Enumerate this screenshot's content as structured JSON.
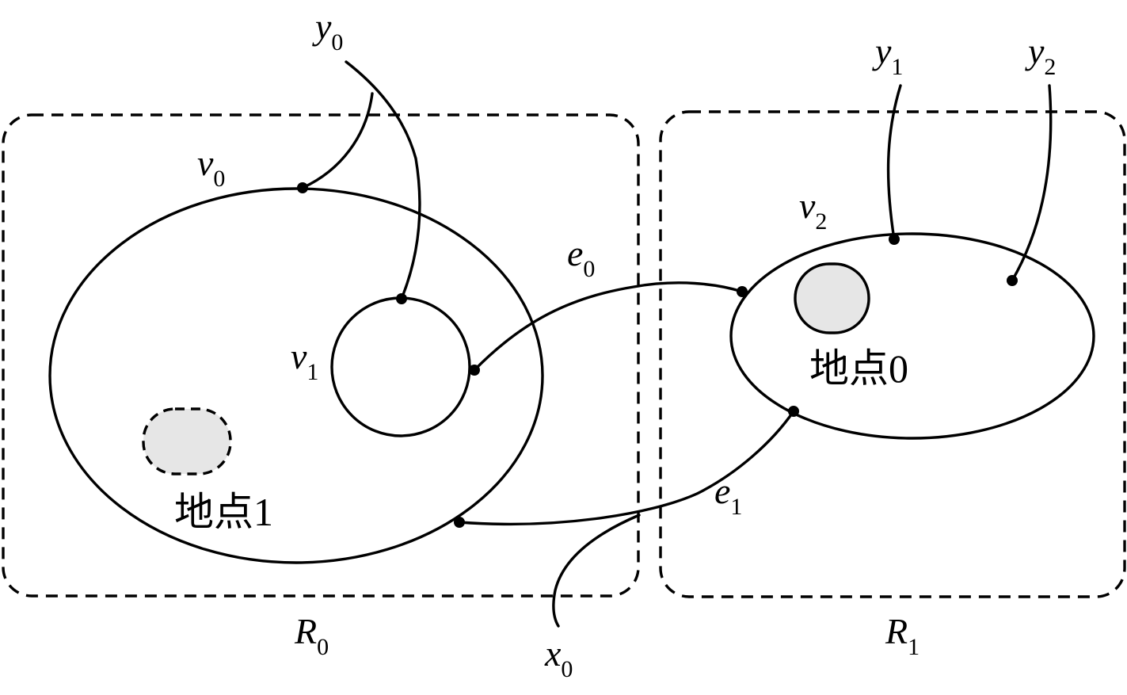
{
  "regions": [
    {
      "name": "R",
      "sub": "0"
    },
    {
      "name": "R",
      "sub": "1"
    }
  ],
  "vertices": [
    {
      "name": "v",
      "sub": "0"
    },
    {
      "name": "v",
      "sub": "1"
    },
    {
      "name": "v",
      "sub": "2"
    }
  ],
  "edges": [
    {
      "name": "e",
      "sub": "0"
    },
    {
      "name": "e",
      "sub": "1"
    }
  ],
  "terminals": [
    {
      "name": "y",
      "sub": "0"
    },
    {
      "name": "y",
      "sub": "1"
    },
    {
      "name": "y",
      "sub": "2"
    },
    {
      "name": "x",
      "sub": "0"
    }
  ],
  "places": [
    {
      "label": "地点0",
      "outline": "solid"
    },
    {
      "label": "地点1",
      "outline": "dashed"
    }
  ],
  "colors": {
    "line": "#000000",
    "place_fill": "#e6e6e6",
    "background": "#ffffff"
  }
}
